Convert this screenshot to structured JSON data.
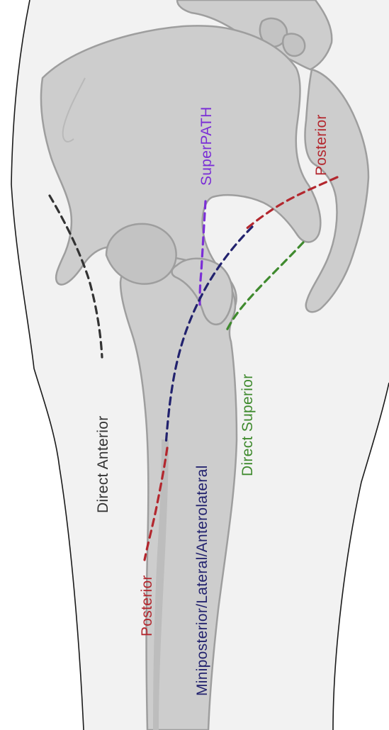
{
  "labels": {
    "superpath": "SuperPATH",
    "posterior_top": "Posterior",
    "direct_anterior": "Direct Anterior",
    "direct_superior": "Direct Superior",
    "miniposterior": "Miniposterior/Lateral/Anterolateral",
    "posterior_bottom": "Posterior"
  },
  "colors": {
    "superpath": "#7b2fd6",
    "posterior": "#b3272e",
    "direct_anterior": "#333333",
    "direct_superior": "#3f8a2e",
    "miniposterior": "#22226e",
    "bone_fill": "#cdcdcd",
    "bone_outline": "#9e9e9e",
    "skin_outline": "#1a1a1a",
    "leg_fill": "#f2f2f2"
  }
}
